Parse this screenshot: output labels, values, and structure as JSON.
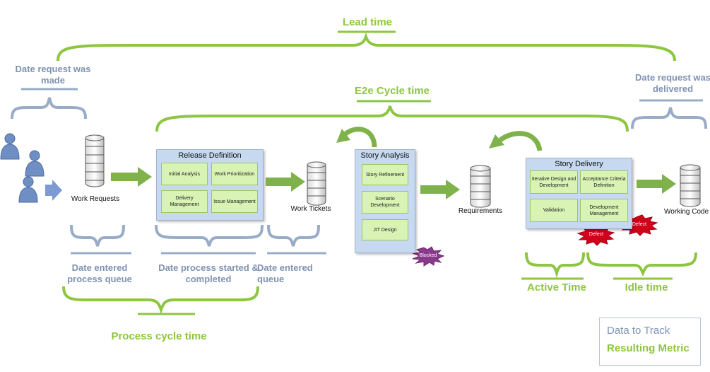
{
  "metrics": {
    "lead_time": "Lead time",
    "e2e_cycle_time": "E2e Cycle time",
    "process_cycle_time": "Process cycle time",
    "active_time": "Active Time",
    "idle_time": "Idle time"
  },
  "data_points": {
    "date_request_made": "Date request was made",
    "date_request_delivered": "Date request was delivered",
    "date_entered_queue_1": "Date entered process queue",
    "date_process_started": "Date process started & completed",
    "date_entered_queue_2": "Date entered queue"
  },
  "nodes": {
    "work_requests": "Work Requests",
    "work_tickets": "Work Tickets",
    "requirements": "Requirements",
    "working_code": "Working Code"
  },
  "processes": {
    "release_definition": {
      "title": "Release Definition",
      "steps": [
        "Initial Analysis",
        "Work Prioritization",
        "Delivery Management",
        "Issue Management"
      ]
    },
    "story_analysis": {
      "title": "Story Analysis",
      "steps": [
        "Story  Refinement",
        "Scenario Development",
        "JIT Design"
      ]
    },
    "story_delivery": {
      "title": "Story Delivery",
      "steps": [
        "Iterative Design and Development",
        "Acceptance Criteria Definition",
        "Validation",
        "Development Management"
      ]
    }
  },
  "flags": {
    "blocked": "Blocked",
    "defect_1": "Defect",
    "defect_2": "Defect"
  },
  "legend": {
    "data_to_track": "Data to Track",
    "resulting_metric": "Resulting Metric"
  },
  "colors": {
    "metric_green": "#8dc63f",
    "data_blue": "#7f93b4",
    "process_fill": "#c6d9f1",
    "step_fill": "#d8f3b3",
    "blocked_burst": "#8b3a8b",
    "defect_burst": "#d0021b"
  }
}
